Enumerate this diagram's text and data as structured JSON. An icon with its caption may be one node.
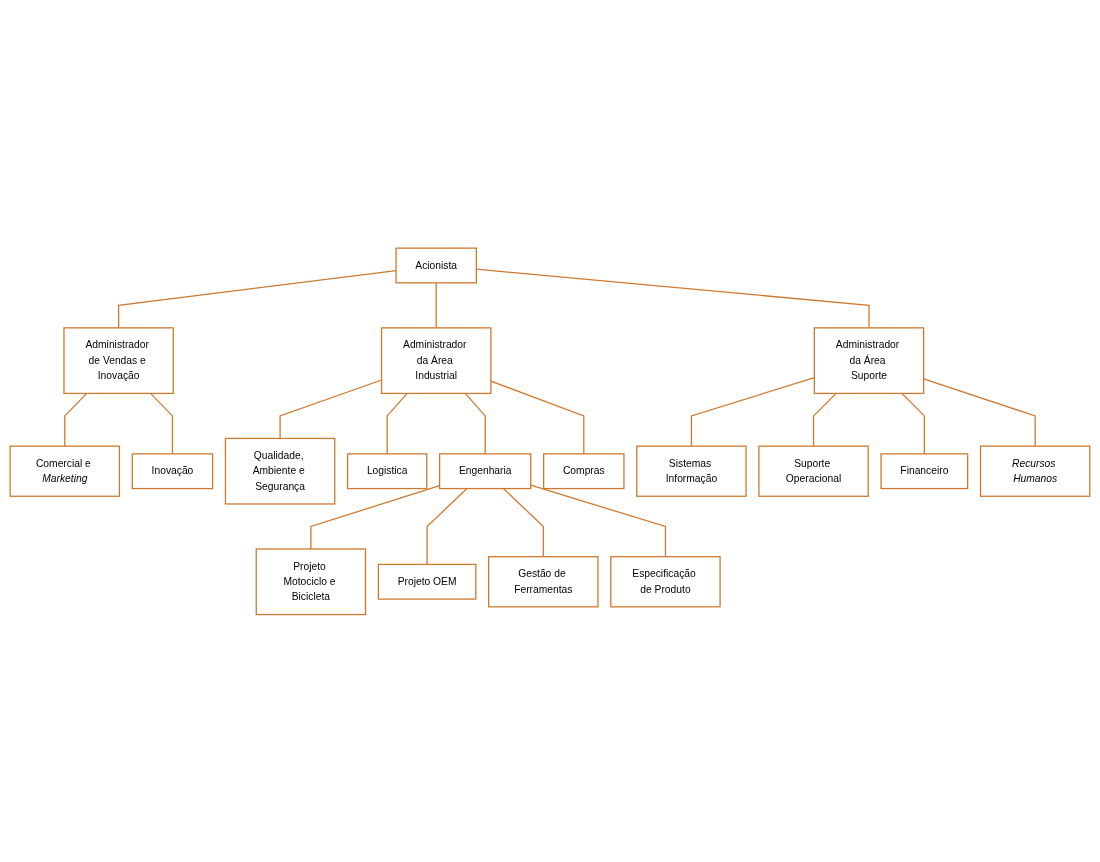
{
  "diagram": {
    "nodes": [
      {
        "text": [
          "Acionista"
        ]
      },
      {
        "text": [
          "Administrador de Vendas e Inovação"
        ]
      },
      {
        "text": [
          "Administrador da Área Industrial"
        ]
      },
      {
        "text": [
          "Administrador da Área Suporte"
        ]
      },
      {
        "text": [
          "Comercial e *Marketing*"
        ]
      },
      {
        "text": [
          "Inovação"
        ]
      },
      {
        "text": [
          "Qualidade, Ambiente e Segurança"
        ]
      },
      {
        "text": [
          "Logistica"
        ]
      },
      {
        "text": [
          "Engenharia"
        ]
      },
      {
        "text": [
          "Compras"
        ]
      },
      {
        "text": [
          "Projeto Motociclo e Bicicleta"
        ]
      },
      {
        "text": [
          "Projeto OEM"
        ]
      },
      {
        "text": [
          "Gestão de Ferramentas"
        ]
      },
      {
        "text": [
          "Especificação de Produto"
        ]
      },
      {
        "text": [
          "Sistemas Informação"
        ]
      },
      {
        "text": [
          "Suporte Operacional"
        ]
      },
      {
        "text": [
          "Financeiro"
        ]
      },
      {
        "text": [
          "Recursos Humanos"
        ]
      }
    ],
    "edges": [
      {
        "from": 0,
        "to": 1,
        "arrow": "none"
      },
      {
        "from": 0,
        "to": 2,
        "arrow": "none"
      },
      {
        "from": 0,
        "to": 3,
        "arrow": "none"
      },
      {
        "from": 1,
        "to": 4,
        "arrow": "none"
      },
      {
        "from": 1,
        "to": 5,
        "arrow": "none"
      },
      {
        "from": 2,
        "to": 6,
        "arrow": "none"
      },
      {
        "from": 2,
        "to": 7,
        "arrow": "none"
      },
      {
        "from": 2,
        "to": 8,
        "arrow": "none"
      },
      {
        "from": 2,
        "to": 9,
        "arrow": "none"
      },
      {
        "from": 8,
        "to": 10,
        "arrow": "none"
      },
      {
        "from": 8,
        "to": 11,
        "arrow": "none"
      },
      {
        "from": 8,
        "to": 12,
        "arrow": "none"
      },
      {
        "from": 8,
        "to": 13,
        "arrow": "none"
      },
      {
        "from": 3,
        "to": 14,
        "arrow": "none"
      },
      {
        "from": 3,
        "to": 15,
        "arrow": "none"
      },
      {
        "from": 3,
        "to": 16,
        "arrow": "none"
      },
      {
        "from": 3,
        "to": 17,
        "arrow": "none"
      }
    ]
  }
}
